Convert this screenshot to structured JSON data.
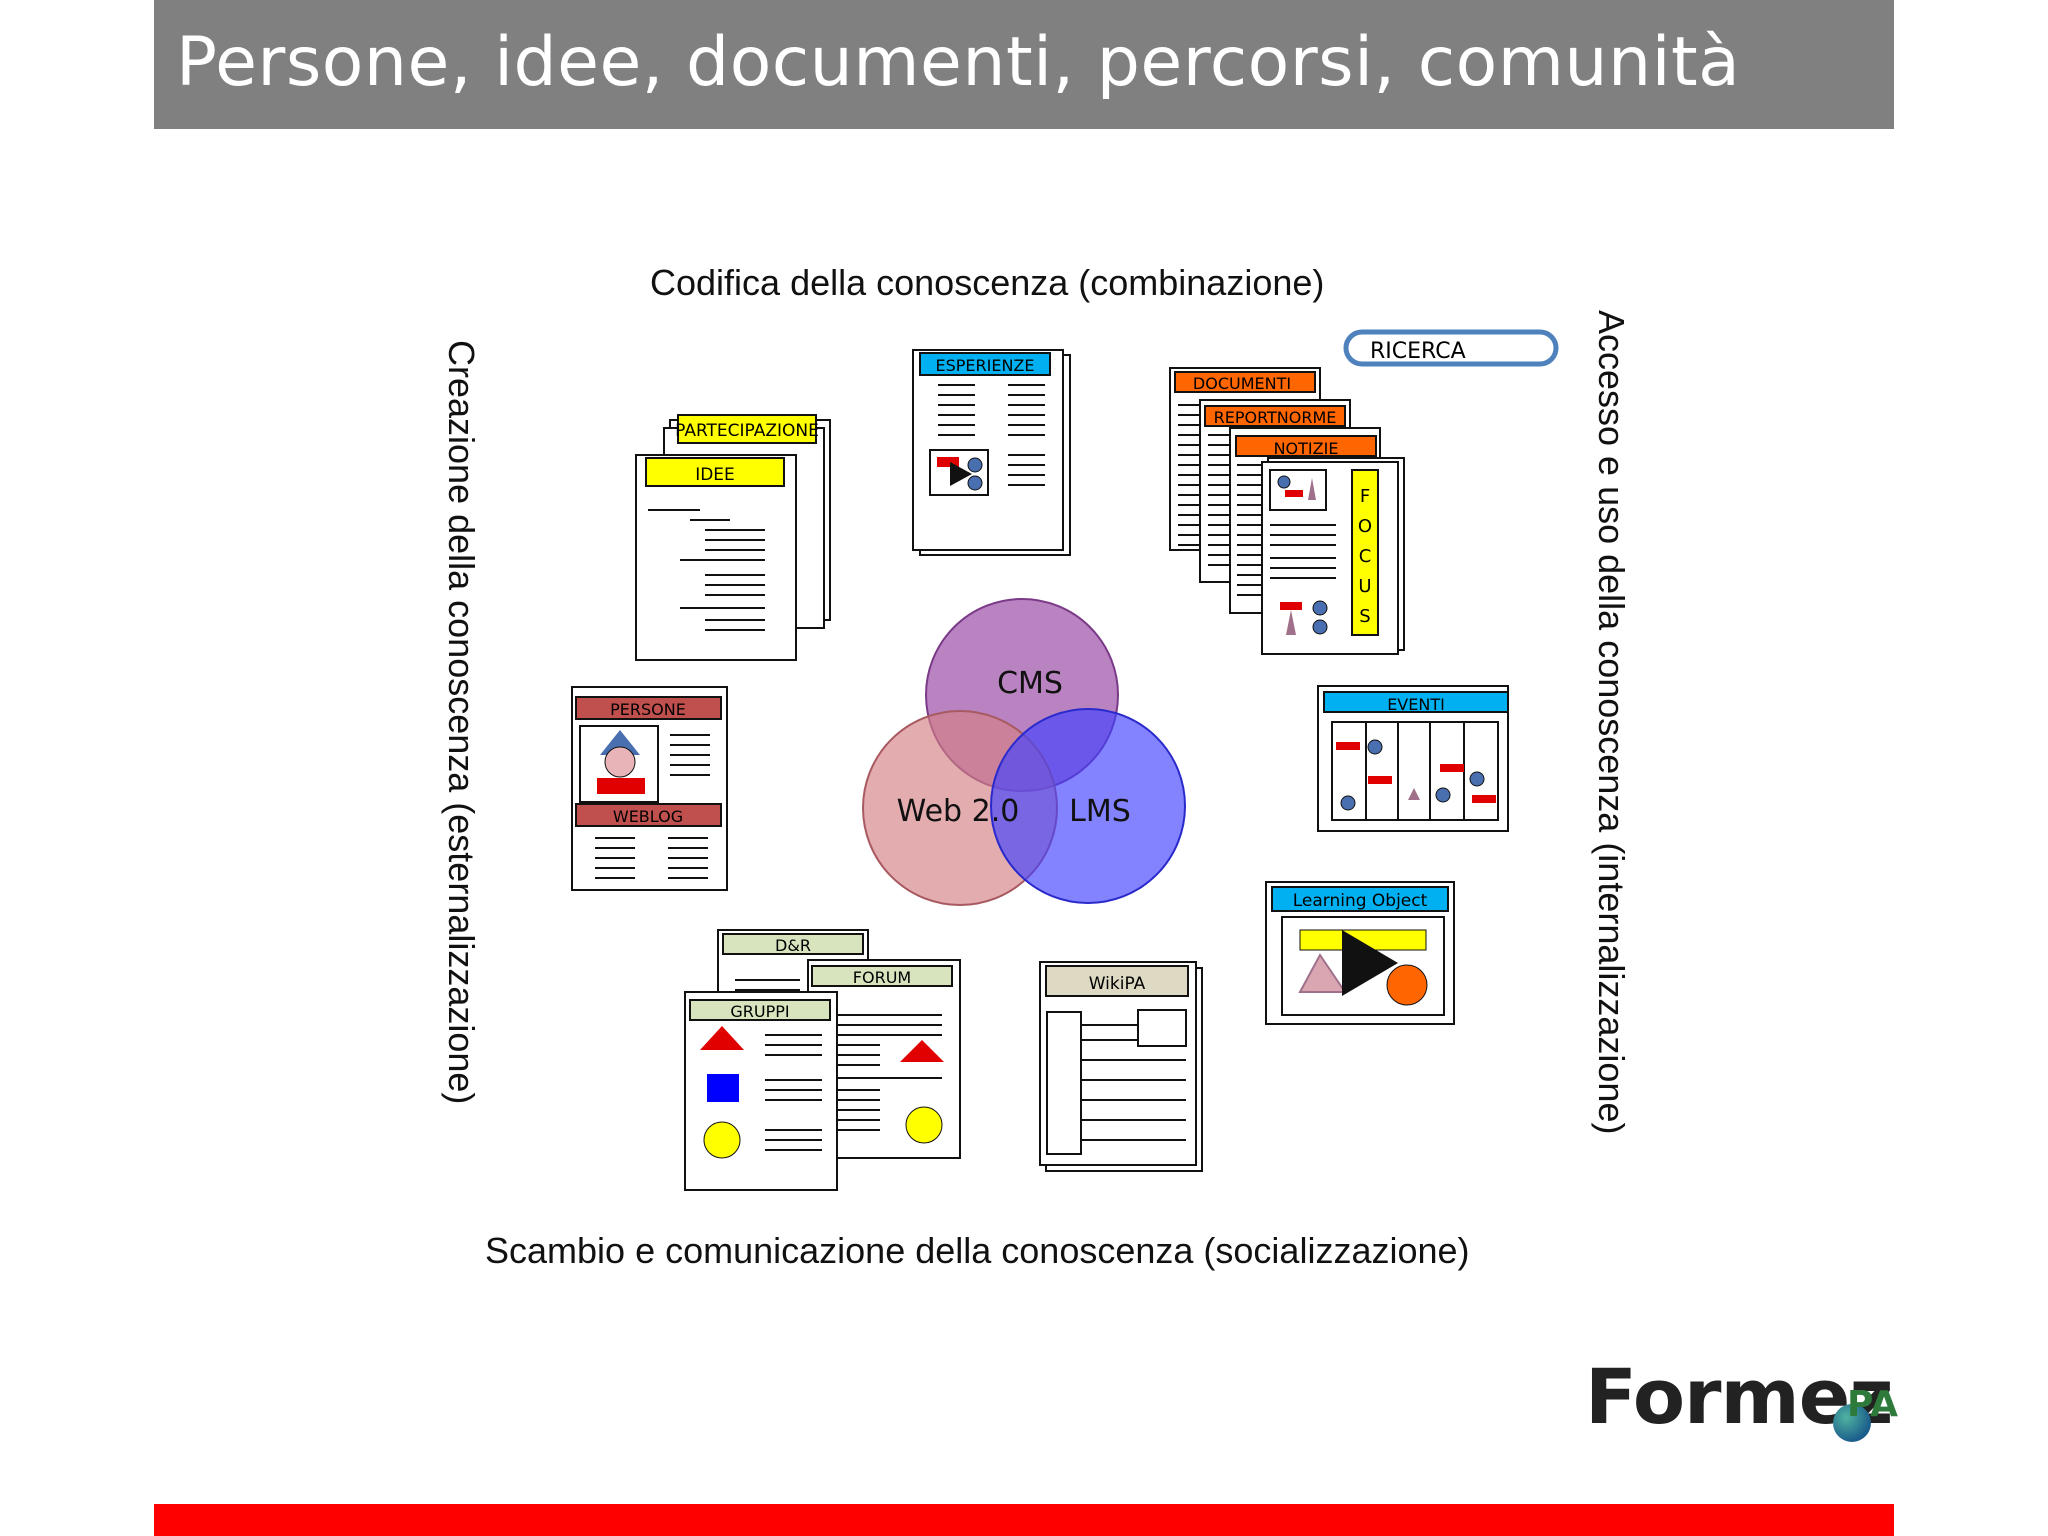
{
  "title": "Persone, idee, documenti, percorsi, comunità",
  "axes": {
    "top": "Codifica della conoscenza (combinazione)",
    "bottom": "Scambio e comunicazione della conoscenza (socializzazione)",
    "left": "Creazione  della conoscenza (esternalizzazione)",
    "right": "Accesso e uso della conoscenza (internalizzazione)"
  },
  "venn": {
    "cms": "CMS",
    "web20": "Web 2.0",
    "lms": "LMS"
  },
  "labels": {
    "ricerca": "RICERCA",
    "partecipazione": "PARTECIPAZIONE",
    "idee": "IDEE",
    "esperienze": "ESPERIENZE",
    "documenti": "DOCUMENTI",
    "reportnorme": "REPORTNORME",
    "notizie": "NOTIZIE",
    "focus": [
      "F",
      "O",
      "C",
      "U",
      "S"
    ],
    "persone": "PERSONE",
    "weblog": "WEBLOG",
    "eventi": "EVENTI",
    "learning_object": "Learning Object",
    "dr": "D&R",
    "forum": "FORUM",
    "gruppi": "GRUPPI",
    "wikipa": "WikiPA"
  },
  "logo": {
    "word": "Formez",
    "suffix": "PA"
  },
  "colors": {
    "title_bar": "#808080",
    "bottom_bar": "#ff0000",
    "yellow_tab": "#ffff00",
    "blue_tab": "#00b0f0",
    "orange_tab": "#ff6600",
    "red_tab": "#c0504d",
    "olive_tab": "#d7e4bd",
    "cms_circle": "#9b4fa8",
    "web20_circle": "#d47f84",
    "lms_circle": "#4040ff"
  }
}
